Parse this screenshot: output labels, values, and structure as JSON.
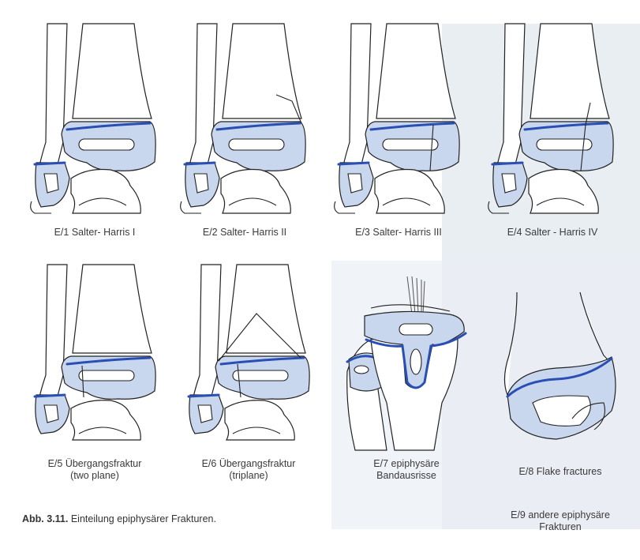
{
  "figure": {
    "label": "Abb. 3.11.",
    "caption": "Einteilung epiphysärer Frakturen."
  },
  "panels": [
    {
      "id": "E/1",
      "label_lines": [
        "E/1 Salter- Harris I"
      ]
    },
    {
      "id": "E/2",
      "label_lines": [
        "E/2 Salter- Harris II"
      ]
    },
    {
      "id": "E/3",
      "label_lines": [
        "E/3 Salter- Harris III"
      ]
    },
    {
      "id": "E/4",
      "label_lines": [
        "E/4 Salter - Harris IV"
      ]
    },
    {
      "id": "E/5",
      "label_lines": [
        "E/5 Übergangsfraktur",
        "(two plane)"
      ]
    },
    {
      "id": "E/6",
      "label_lines": [
        "E/6 Übergangsfraktur",
        "(triplane)"
      ]
    },
    {
      "id": "E/7",
      "label_lines": [
        "E/7 epiphysäre",
        "Bandausrisse"
      ]
    },
    {
      "id": "E/8",
      "label_lines": [
        "E/8 Flake fractures"
      ]
    },
    {
      "id": "E/9",
      "label_lines": [
        "E/9 andere epiphysäre",
        "Frakturen"
      ]
    }
  ],
  "colors": {
    "growth_plate": "#2a4fb4",
    "epiphysis_fill": "#c9d7ee",
    "background_panel": "#e9eef3",
    "outline": "#222222"
  }
}
